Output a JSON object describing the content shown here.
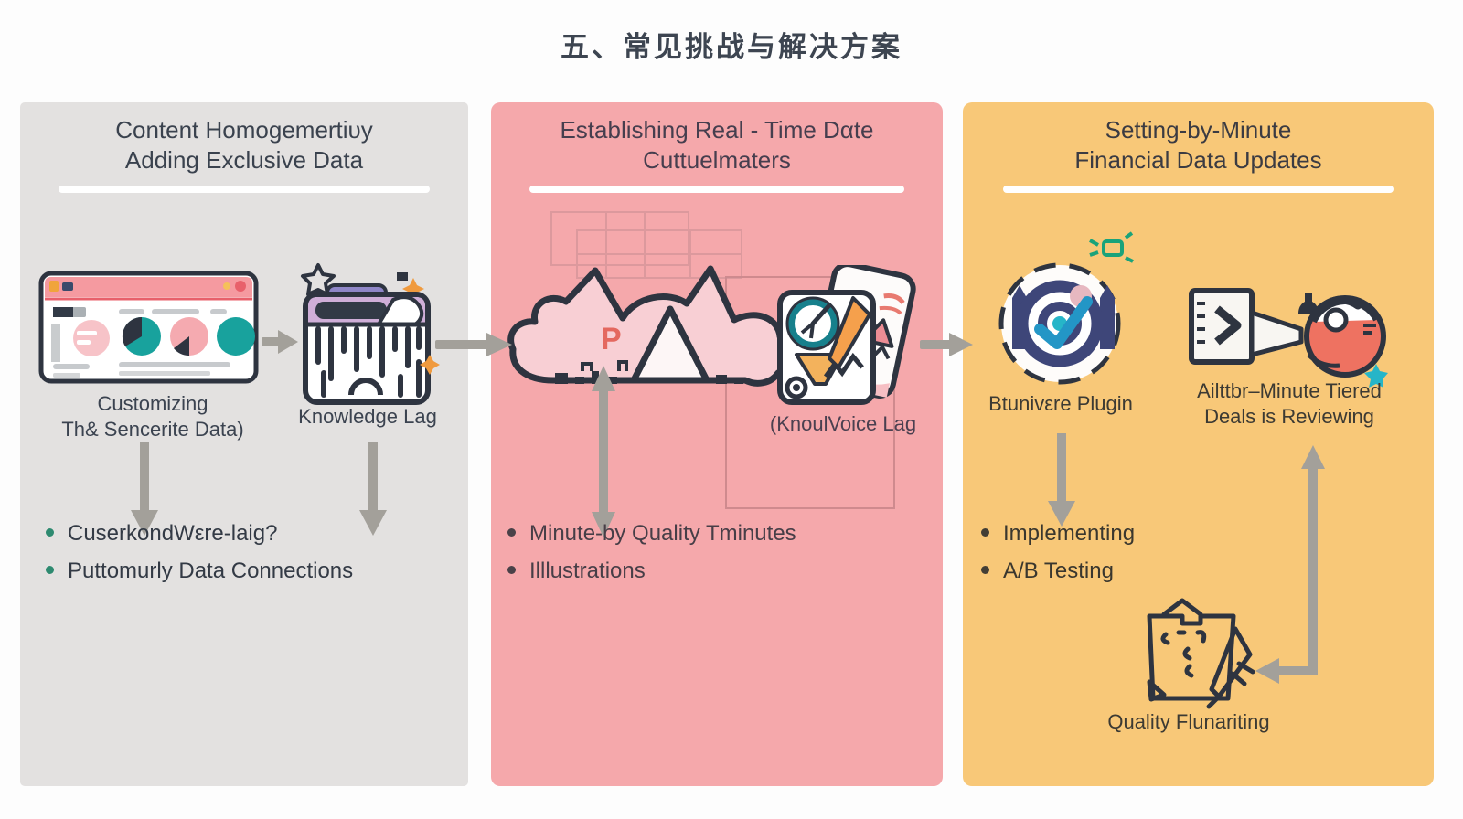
{
  "title": "五、常见挑战与解决方案",
  "panels": {
    "left": {
      "header": [
        "Content Homogemertiυy",
        "Adding Exclusive Data"
      ],
      "browser_caption": [
        "Customizing",
        "Th& Sencerite Data)"
      ],
      "folder_caption": "Knowledge Lag",
      "bullets": [
        "CuserkondWεre-laig?",
        "Puttomurly Data Connections"
      ]
    },
    "middle": {
      "header": [
        "Establishing Real - Time Dαte",
        "Cuttuelmaters"
      ],
      "cloud_label": "P",
      "cards_caption": "(KnoulVoice Lag",
      "bullets": [
        "Minute-by Quality Tminutes",
        "Illlustrations"
      ]
    },
    "right": {
      "header": [
        "Setting-by-Minute",
        "Financial Data Updates"
      ],
      "target_caption": "Btunivεre Plugin",
      "reviewer_caption": [
        "Ailttbr–Minute Tiered",
        "Deals is Reviewing"
      ],
      "bullets": [
        "Implementing",
        "A/B Testing"
      ],
      "clipboard_caption": "Quality Flunariting"
    }
  },
  "icons": {
    "left": [
      "analytics-browser-icon",
      "knowledge-folder-icon",
      "star-outline-icon",
      "sparkle-icon"
    ],
    "middle": [
      "data-cloud-mountains-icon",
      "report-cards-icon"
    ],
    "right": [
      "target-check-icon",
      "gadget-icon",
      "document-review-globe-icon",
      "clipboard-pen-icon"
    ],
    "arrows": [
      "right-arrow",
      "down-arrow",
      "up-down-arrow",
      "elbow-arrow"
    ]
  },
  "colors": {
    "background": "#fdfdfd",
    "title_text": "#3d4551",
    "panel_gray": "#e3e1e0",
    "panel_pink": "#f5a8ab",
    "panel_yellow": "#f8c878",
    "header_text": "#3a424e",
    "underline": "#ffffff",
    "arrow_gray": "#a3a09a",
    "outline_dark": "#2e3440",
    "teal_accent": "#18a29d",
    "pink_accent": "#f7c3c8",
    "purple_accent": "#cfaed8",
    "orange_accent": "#f09a3e",
    "coral_accent": "#ee7261",
    "blue_check": "#2396c6",
    "bullet_dot_teal": "#2e8a70"
  }
}
